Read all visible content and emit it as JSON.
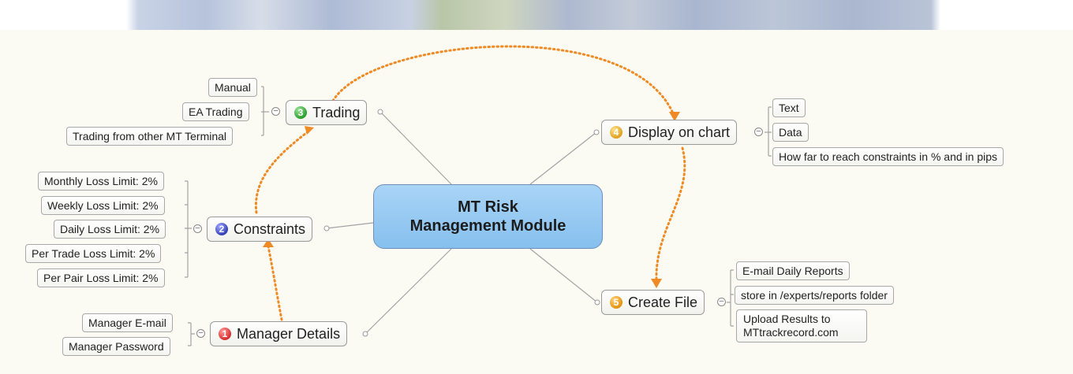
{
  "central_topic": {
    "line1": "MT Risk",
    "line2": "Management Module"
  },
  "topics": {
    "trading": {
      "number": "3",
      "label": "Trading"
    },
    "constraints": {
      "number": "2",
      "label": "Constraints"
    },
    "manager_details": {
      "number": "1",
      "label": "Manager Details"
    },
    "display_on_chart": {
      "number": "4",
      "label": "Display on chart"
    },
    "create_file": {
      "number": "5",
      "label": "Create File"
    }
  },
  "trading_items": [
    "Manual",
    "EA Trading",
    "Trading from other MT Terminal"
  ],
  "constraint_items": [
    "Monthly Loss Limit: 2%",
    "Weekly Loss Limit: 2%",
    "Daily Loss Limit: 2%",
    "Per Trade Loss Limit: 2%",
    "Per Pair Loss Limit: 2%"
  ],
  "manager_items": [
    "Manager E-mail",
    "Manager Password"
  ],
  "display_items": [
    "Text",
    "Data",
    "How far to reach constraints in % and in pips"
  ],
  "create_file_items": [
    "E-mail Daily Reports",
    "store in /experts/reports folder",
    "Upload Results to MTtrackrecord.com"
  ],
  "colors": {
    "central_fill": "#9ccbf3",
    "dependency_arrow": "#f08a24",
    "background": "#fbfbf4"
  }
}
